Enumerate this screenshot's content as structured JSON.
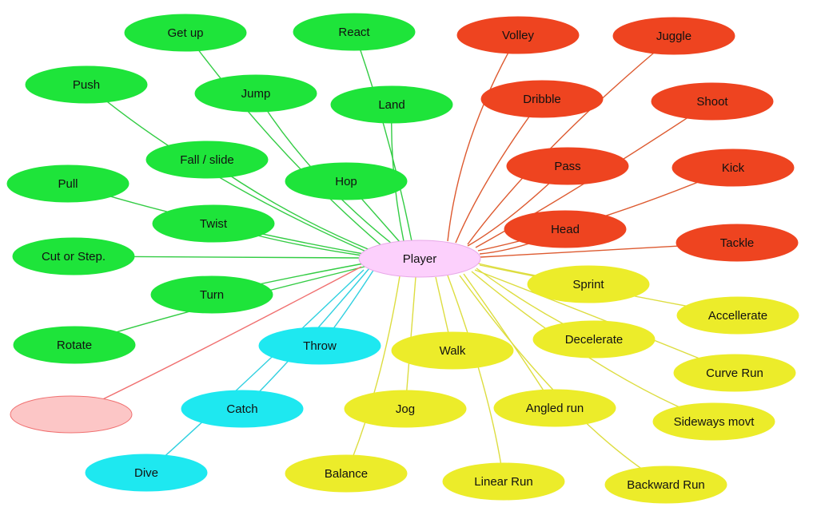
{
  "colors": {
    "green": "#1ee43a",
    "green_line": "#33cc44",
    "red": "#ee4420",
    "red_line": "#dd5a30",
    "yellow": "#ecec2a",
    "yellow_line": "#dddd40",
    "cyan": "#1ee8f0",
    "cyan_line": "#30d0e0",
    "pink": "#fcd0fc",
    "pink_stroke": "#e8a8e8",
    "salmon": "#fcc6c6",
    "salmon_stroke": "#f07070"
  },
  "center": {
    "label": "Player"
  },
  "nodes": {
    "get_up": "Get up",
    "react": "React",
    "push": "Push",
    "jump": "Jump",
    "land": "Land",
    "fall_slide": "Fall / slide",
    "hop": "Hop",
    "pull": "Pull",
    "twist": "Twist",
    "cut_step": "Cut or Step.",
    "turn": "Turn",
    "rotate": "Rotate",
    "volley": "Volley",
    "juggle": "Juggle",
    "dribble": "Dribble",
    "shoot": "Shoot",
    "pass": "Pass",
    "kick": "Kick",
    "head": "Head",
    "tackle": "Tackle",
    "throw": "Throw",
    "catch": "Catch",
    "dive": "Dive",
    "unlabeled": "",
    "walk": "Walk",
    "jog": "Jog",
    "balance": "Balance",
    "linear_run": "Linear Run",
    "sprint": "Sprint",
    "accellerate": "Accellerate",
    "decelerate": "Decelerate",
    "curve_run": "Curve Run",
    "sideways_movt": "Sideways movt",
    "angled_run": "Angled run",
    "backward_run": "Backward Run"
  }
}
